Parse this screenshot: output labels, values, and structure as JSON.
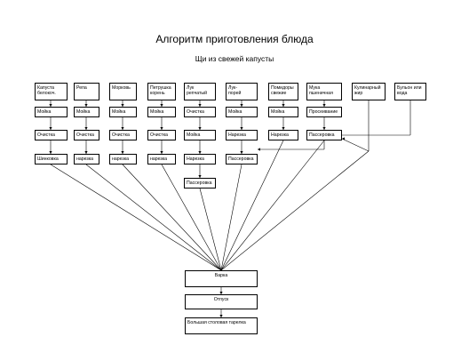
{
  "title": "Алгоритм приготовления блюда",
  "subtitle": "Щи из свежей капусты",
  "columns": [
    {
      "label": "Капуста\nбелокоч.",
      "steps": [
        "Мойка",
        "Очистка",
        "Шинковка"
      ]
    },
    {
      "label": "Репа",
      "steps": [
        "Мойка",
        "Очистка",
        "нарезка"
      ]
    },
    {
      "label": "Морковь",
      "steps": [
        "Мойка",
        "Очистка",
        "нарезка"
      ]
    },
    {
      "label": "Петрушка\nкорень",
      "steps": [
        "Мойка",
        "Очистка",
        "нарезка"
      ]
    },
    {
      "label": "Лук\nрепчатый",
      "steps": [
        "Очистка",
        "Мойка",
        "Нарезка",
        "Пассеровка"
      ]
    },
    {
      "label": "Лук-\nпорей",
      "steps": [
        "Мойка",
        "Нарезка",
        "Пассеровка"
      ]
    },
    {
      "label": "Помидоры\nсвежие",
      "steps": [
        "Мойка",
        "Нарезка"
      ]
    },
    {
      "label": "Мука\nпшеничная",
      "steps": [
        "Просеивание",
        "Пассеровка"
      ]
    },
    {
      "label": "Кулинарный\nжир",
      "steps": []
    },
    {
      "label": "Бульон или\nвода",
      "steps": []
    }
  ],
  "bottom": {
    "cook": "Варка",
    "serve": "Отпуск",
    "sour_cream": "Большая столовая тарелка"
  }
}
